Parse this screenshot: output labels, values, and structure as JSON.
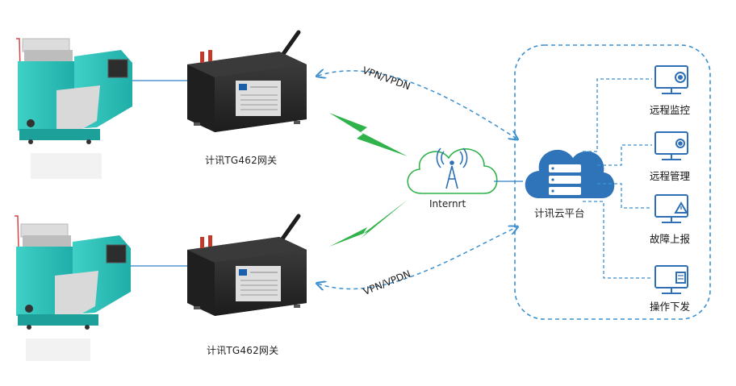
{
  "gateway_label": "计讯TG462网关",
  "vpn_label": "VPN/VPDN",
  "internet_label": "Internrt",
  "cloud_label": "计讯云平台",
  "functions": [
    {
      "label": "远程监控",
      "icon": "monitor-eye-icon"
    },
    {
      "label": "远程管理",
      "icon": "monitor-gear-icon"
    },
    {
      "label": "故障上报",
      "icon": "monitor-warning-icon"
    },
    {
      "label": "操作下发",
      "icon": "monitor-document-icon"
    }
  ],
  "colors": {
    "machine_teal": "#33c2bb",
    "gateway_body": "#2a2a2a",
    "link_blue": "#2f7fc6",
    "dashed_blue": "#3a8fd0",
    "lightning_green": "#2fb34a",
    "cloud_blue": "#2f74b8",
    "icon_blue": "#2f6fb5"
  }
}
